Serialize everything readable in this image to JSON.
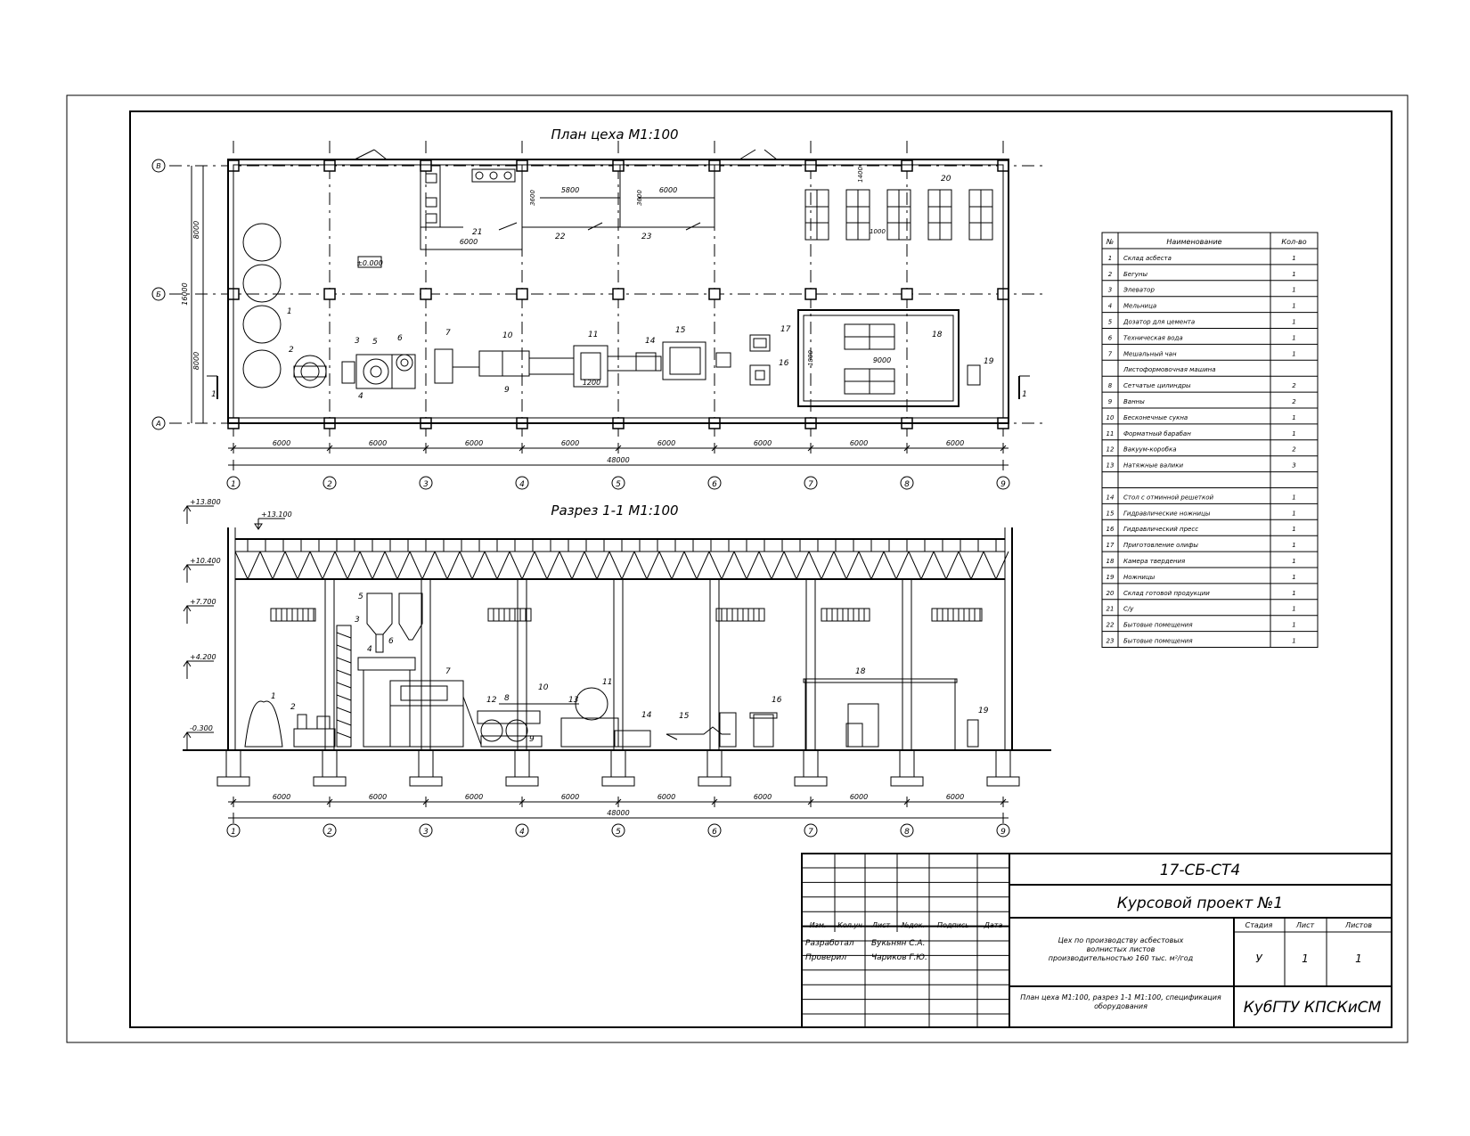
{
  "plan": {
    "title": "План цеха М1:100",
    "axes_num": [
      "1",
      "2",
      "3",
      "4",
      "5",
      "6",
      "7",
      "8",
      "9"
    ],
    "axes_let": [
      "В",
      "Б",
      "А"
    ],
    "spans": [
      "6000",
      "6000",
      "6000",
      "6000",
      "6000",
      "6000",
      "6000",
      "6000"
    ],
    "total": "48000",
    "v_total": "16000",
    "v_span_top": "8000",
    "v_span_bottom": "8000",
    "level_mark": "±0.000",
    "dims": [
      "6000",
      "3600",
      "5800",
      "3600",
      "6000",
      "1200",
      "9000",
      "1800",
      "1400",
      "1000"
    ],
    "section_mark": "1",
    "item_labels": [
      "1",
      "2",
      "3",
      "4",
      "5",
      "6",
      "7",
      "9",
      "10",
      "11",
      "14",
      "15",
      "16",
      "17",
      "18",
      "19",
      "20",
      "21",
      "22",
      "23"
    ]
  },
  "section": {
    "title": "Разрез 1-1 М1:100",
    "levels": [
      "+13.800",
      "+13.100",
      "+10.400",
      "+7.700",
      "+4.200",
      "-0.300"
    ],
    "item_labels": [
      "1",
      "2",
      "3",
      "4",
      "5",
      "6",
      "7",
      "8",
      "9",
      "10",
      "11",
      "12",
      "13",
      "14",
      "15",
      "16",
      "18",
      "19"
    ],
    "spans": [
      "6000",
      "6000",
      "6000",
      "6000",
      "6000",
      "6000",
      "6000",
      "6000"
    ],
    "total": "48000"
  },
  "spec": {
    "headers": [
      "№",
      "Наименование",
      "Кол-во"
    ],
    "rows": [
      [
        "1",
        "Склад асбеста",
        "1"
      ],
      [
        "2",
        "Бегуны",
        "1"
      ],
      [
        "3",
        "Элеватор",
        "1"
      ],
      [
        "4",
        "Мельница",
        "1"
      ],
      [
        "5",
        "Дозатор для цемента",
        "1"
      ],
      [
        "6",
        "Техническая вода",
        "1"
      ],
      [
        "7",
        "Мешальный чан",
        "1"
      ],
      [
        "",
        "Листоформовочная машина",
        ""
      ],
      [
        "8",
        "Сетчатые цилиндры",
        "2"
      ],
      [
        "9",
        "Ванны",
        "2"
      ],
      [
        "10",
        "Бесконечные сукна",
        "1"
      ],
      [
        "11",
        "Форматный барабан",
        "1"
      ],
      [
        "12",
        "Вакуум-коробка",
        "2"
      ],
      [
        "13",
        "Натяжные валики",
        "3"
      ],
      [
        "",
        "",
        ""
      ],
      [
        "14",
        "Стол с отминной решеткой",
        "1"
      ],
      [
        "15",
        "Гидравлические ножницы",
        "1"
      ],
      [
        "16",
        "Гидравлический пресс",
        "1"
      ],
      [
        "17",
        "Приготовление олифы",
        "1"
      ],
      [
        "18",
        "Камера твердения",
        "1"
      ],
      [
        "19",
        "Ножницы",
        "1"
      ],
      [
        "20",
        "Склад готовой продукции",
        "1"
      ],
      [
        "21",
        "С/у",
        "1"
      ],
      [
        "22",
        "Бытовые помещения",
        "1"
      ],
      [
        "23",
        "Бытовые помещения",
        "1"
      ]
    ]
  },
  "stamp": {
    "code": "17-СБ-СТ4",
    "project": "Курсовой проект №1",
    "headers": [
      "Изм.",
      "Кол.уч",
      "Лист",
      "№док.",
      "Подпись",
      "Дата"
    ],
    "developed_label": "Разработал",
    "developed_name": "Букьнян С.А.",
    "checked_label": "Проверил",
    "checked_name": "Чариков Г.Ю.",
    "description_l1": "Цех по производству асбестовых",
    "description_l2": "волнистых листов",
    "description_l3": "производительностью 160 тыс. м²/год",
    "stage_h": "Стадия",
    "sheet_h": "Лист",
    "sheets_h": "Листов",
    "stage": "У",
    "sheet": "1",
    "sheets": "1",
    "content_l1": "План цеха М1:100, разрез 1-1 М1:100, спецификация",
    "content_l2": "оборудования",
    "org": "КубГТУ КПСКиСМ"
  }
}
